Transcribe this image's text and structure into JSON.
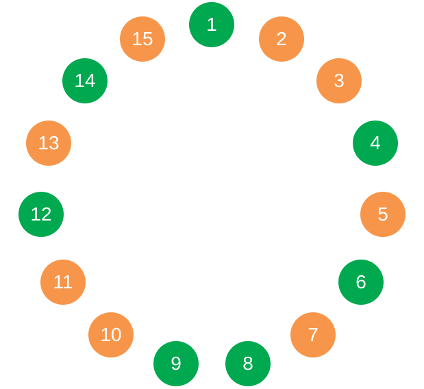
{
  "colors": {
    "green": "#00a84f",
    "orange": "#f7964a",
    "label": "#ffffff"
  },
  "nodes": [
    {
      "label": "1",
      "color": "green"
    },
    {
      "label": "2",
      "color": "orange"
    },
    {
      "label": "3",
      "color": "orange"
    },
    {
      "label": "4",
      "color": "green"
    },
    {
      "label": "5",
      "color": "orange"
    },
    {
      "label": "6",
      "color": "green"
    },
    {
      "label": "7",
      "color": "orange"
    },
    {
      "label": "8",
      "color": "green"
    },
    {
      "label": "9",
      "color": "green"
    },
    {
      "label": "10",
      "color": "orange"
    },
    {
      "label": "11",
      "color": "orange"
    },
    {
      "label": "12",
      "color": "green"
    },
    {
      "label": "13",
      "color": "orange"
    },
    {
      "label": "14",
      "color": "green"
    },
    {
      "label": "15",
      "color": "orange"
    }
  ]
}
